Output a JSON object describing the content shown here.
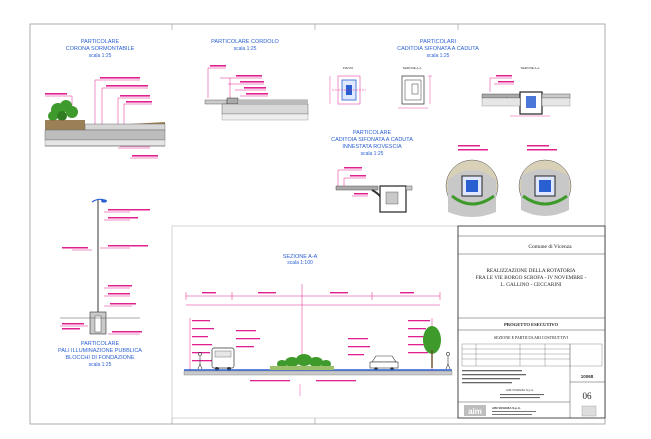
{
  "details": {
    "corona": {
      "title": "PARTICOLARE",
      "subtitle": "CORONA SORMONTABILE",
      "scale": "scala 1:25"
    },
    "cordolo": {
      "title": "PARTICOLARE CORDOLO",
      "scale": "scala 1:25"
    },
    "caditoia": {
      "title": "PARTICOLARI",
      "subtitle": "CADITOIA SIFONATA A CADUTA",
      "scale": "scala 1:25"
    },
    "caditoia_innestata": {
      "title": "PARTICOLARE",
      "line1": "CADITOIA SIFONATA A CADUTA",
      "line2": "INNESTATA ROVESCIA",
      "scale": "scala 1:25"
    },
    "pali": {
      "title": "PARTICOLARE",
      "line1": "PALI ILLUMINAZIONE PUBBLICA",
      "line2": "BLOCCHI DI FONDAZIONE",
      "scale": "scala 1:25"
    },
    "sezione": {
      "title": "SEZIONE A-A",
      "scale": "scala 1:100"
    },
    "small_labels": {
      "pianta": "PIANTA",
      "sezione_aa_1": "SEZIONE A-A",
      "sezione_aa_2": "SEZIONE A-A"
    }
  },
  "title_block": {
    "client": "Comune di Vicenza",
    "project_line1": "REALIZZAZIONE DELLA ROTATORIA",
    "project_line2": "FRA LE VIE BORGO SCROFA - IV NOVEMBRE -",
    "project_line3": "L. GALLINO - CECCARINI",
    "phase": "PROGETTO ESECUTIVO",
    "drawing": "SEZIONE E PARTICOLARI COSTRUTTIVI",
    "company": "AIM VICENZA S.p.A.",
    "company2": "AIM VICENZA S.p.A.",
    "file_no": "10068",
    "sheet_no": "06",
    "logo": "aim"
  },
  "colors": {
    "annotation": "#e0208f",
    "title": "#2a5fd1",
    "vegetation": "#3f9a2c",
    "concrete": "#c9c9c9"
  }
}
